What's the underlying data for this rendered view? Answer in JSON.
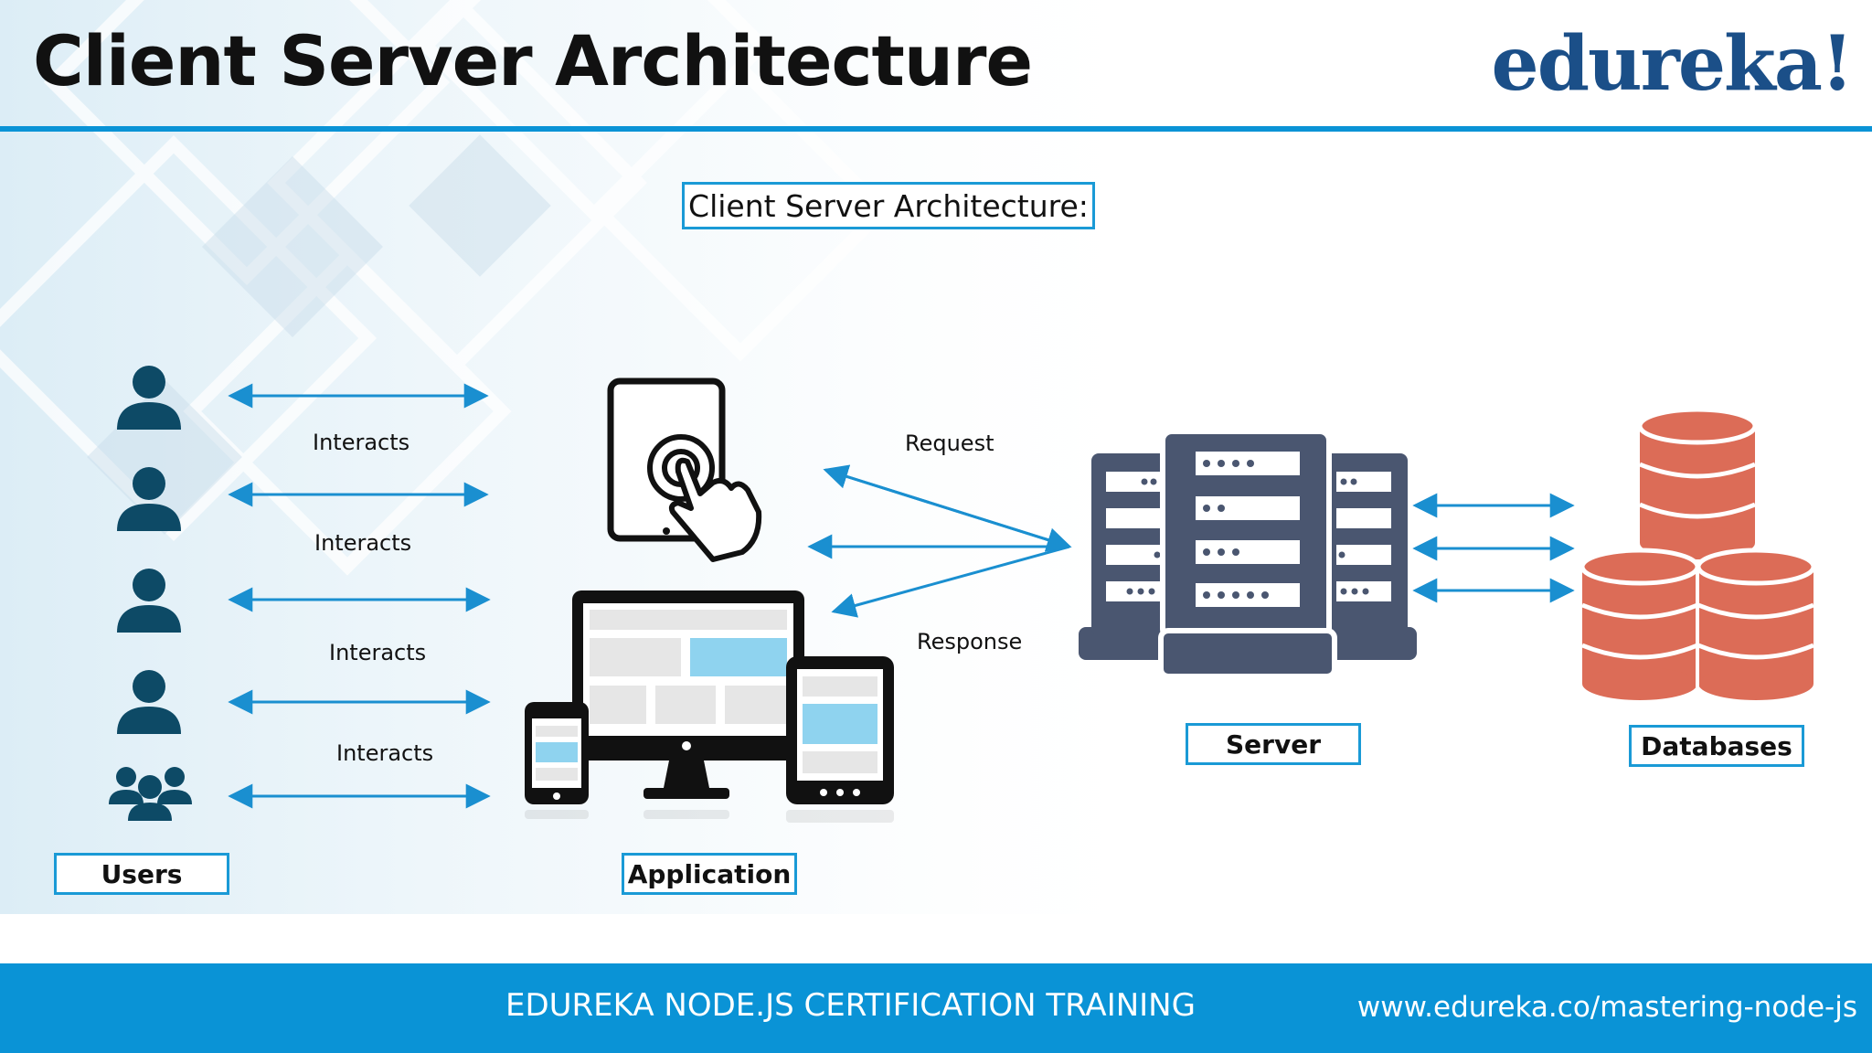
{
  "header": {
    "title": "Client Server Architecture",
    "logo": "edureka!"
  },
  "diagram": {
    "subtitle": "Client Server Architecture:",
    "nodes": {
      "users": "Users",
      "application": "Application",
      "server": "Server",
      "databases": "Databases"
    },
    "edges": {
      "interacts": [
        "Interacts",
        "Interacts",
        "Interacts",
        "Interacts"
      ],
      "request": "Request",
      "response": "Response"
    }
  },
  "footer": {
    "course": "EDUREKA NODE.JS CERTIFICATION TRAINING",
    "url": "www.edureka.co/mastering-node-js"
  },
  "colors": {
    "accent": "#0a93d6",
    "arrow": "#1a8fd0",
    "icon_dark": "#0d4a66",
    "server": "#4a5670",
    "database": "#dc6c57",
    "logo": "#1b4f88"
  },
  "icons": [
    "user-icon",
    "user-icon",
    "user-icon",
    "user-icon",
    "user-group-icon",
    "tablet-touch-icon",
    "devices-icon",
    "server-rack-icon",
    "database-stack-icon"
  ]
}
